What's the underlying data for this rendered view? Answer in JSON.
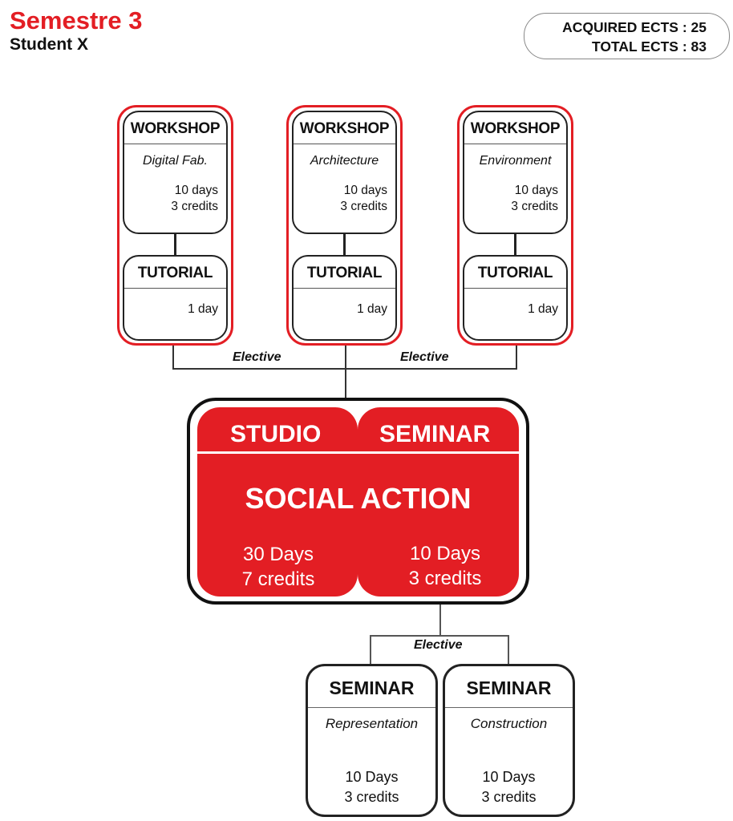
{
  "header": {
    "title": "Semestre 3",
    "subtitle": "Student X"
  },
  "ects": {
    "acquired": "ACQUIRED ECTS : 25",
    "total": "TOTAL ECTS : 83"
  },
  "workshops": [
    {
      "label": "WORKSHOP",
      "name": "Digital Fab.",
      "days": "10 days",
      "credits": "3 credits",
      "tutorial_label": "TUTORIAL",
      "tutorial_days": "1 day"
    },
    {
      "label": "WORKSHOP",
      "name": "Architecture",
      "days": "10 days",
      "credits": "3 credits",
      "tutorial_label": "TUTORIAL",
      "tutorial_days": "1 day"
    },
    {
      "label": "WORKSHOP",
      "name": "Environment",
      "days": "10 days",
      "credits": "3 credits",
      "tutorial_label": "TUTORIAL",
      "tutorial_days": "1 day"
    }
  ],
  "elective_labels": [
    "Elective",
    "Elective",
    "Elective"
  ],
  "core": {
    "studio": "STUDIO",
    "seminar": "SEMINAR",
    "title": "SOCIAL ACTION",
    "studio_days": "30 Days",
    "studio_credits": "7 credits",
    "seminar_days": "10 Days",
    "seminar_credits": "3 credits"
  },
  "seminars": [
    {
      "label": "SEMINAR",
      "name": "Representation",
      "days": "10 Days",
      "credits": "3 credits"
    },
    {
      "label": "SEMINAR",
      "name": "Construction",
      "days": "10 Days",
      "credits": "3 credits"
    }
  ],
  "colors": {
    "accent": "#e31e24"
  }
}
